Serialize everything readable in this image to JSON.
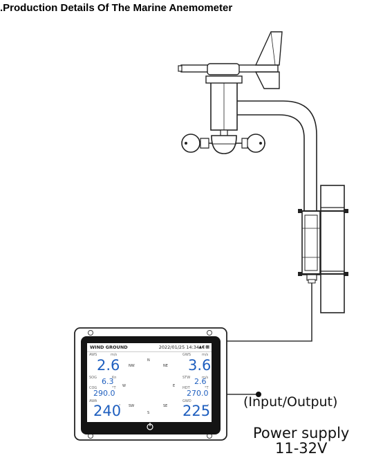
{
  "title": ".Production Details Of The Marine Anemometer",
  "labels": {
    "io": "(Input/Output)",
    "power_line1": "Power supply",
    "power_line2": "11-32V"
  },
  "display": {
    "mode": "WIND GROUND",
    "datetime": "2022/01/25  14:34",
    "tiles": {
      "aws": {
        "label": "AWS",
        "unit": "m/s",
        "value": "2.6"
      },
      "gws": {
        "label": "GWS",
        "unit": "m/s",
        "value": "3.6"
      },
      "sog": {
        "label": "SOG",
        "unit": "Kn",
        "value": "6.3"
      },
      "stw": {
        "label": "STW",
        "unit": "m/s",
        "value": "2.6"
      },
      "cog": {
        "label": "COG",
        "unit": "°T",
        "value": "290.0"
      },
      "hdt": {
        "label": "HDT",
        "unit": "°T",
        "value": "270.0"
      },
      "awa": {
        "label": "AWA",
        "unit": "°",
        "value": "240"
      },
      "gwd": {
        "label": "GWD",
        "unit": "°",
        "value": "225"
      }
    },
    "compass": {
      "n": "N",
      "ne": "NE",
      "e": "E",
      "se": "SE",
      "s": "S",
      "sw": "SW",
      "w": "W",
      "nw": "NW"
    }
  },
  "colors": {
    "value_blue": "#1f5fbf",
    "bezel": "#141414",
    "line": "#333333"
  }
}
